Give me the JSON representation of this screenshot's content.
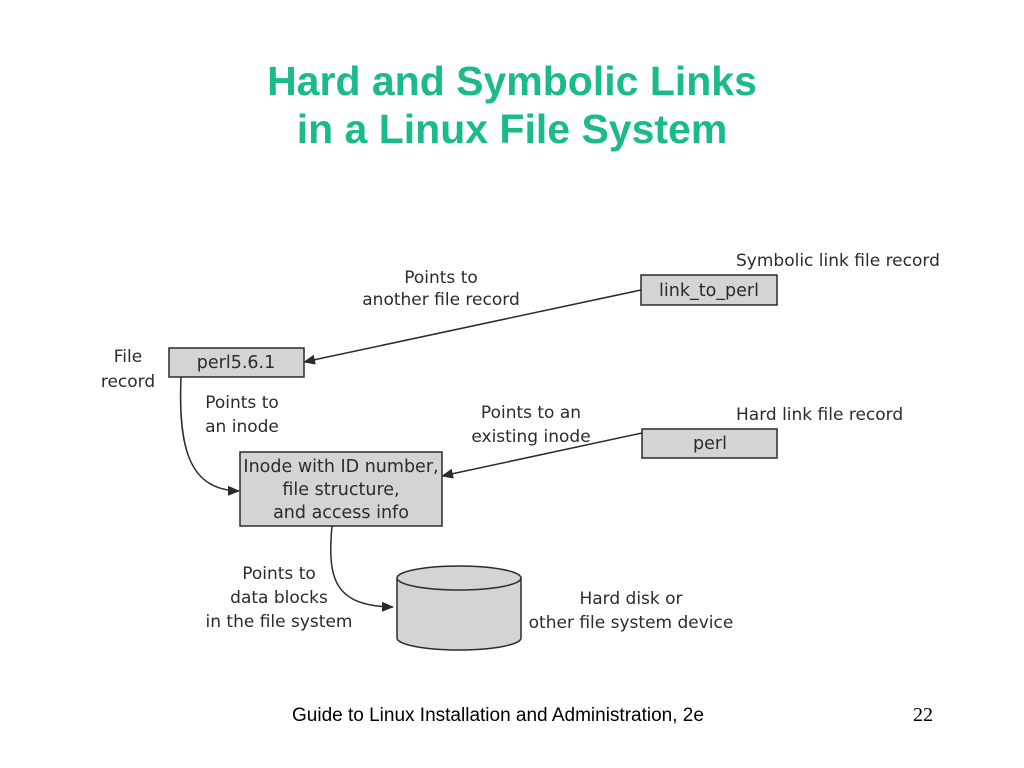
{
  "title": {
    "line1": "Hard and Symbolic Links",
    "line2": "in a Linux File System"
  },
  "diagram": {
    "symlink_record_label": "Symbolic link file record",
    "symlink_box": "link_to_perl",
    "points_to_another": [
      "Points to",
      "another file record"
    ],
    "file_record_label": [
      "File",
      "record"
    ],
    "file_box": "perl5.6.1",
    "points_to_inode": [
      "Points to",
      "an inode"
    ],
    "hardlink_record_label": "Hard link file record",
    "hardlink_box": "perl",
    "points_to_existing": [
      "Points to an",
      "existing inode"
    ],
    "inode_box": [
      "Inode with ID number,",
      "file structure,",
      "and access info"
    ],
    "points_to_blocks": [
      "Points to",
      "data blocks",
      "in the file system"
    ],
    "disk_label": [
      "Hard disk or",
      "other file system device"
    ]
  },
  "footer": {
    "text": "Guide to Linux Installation and Administration, 2e",
    "page": "22"
  },
  "colors": {
    "title": "#1aba8c",
    "box_fill": "#d4d4d4",
    "stroke": "#2b2b2b"
  }
}
